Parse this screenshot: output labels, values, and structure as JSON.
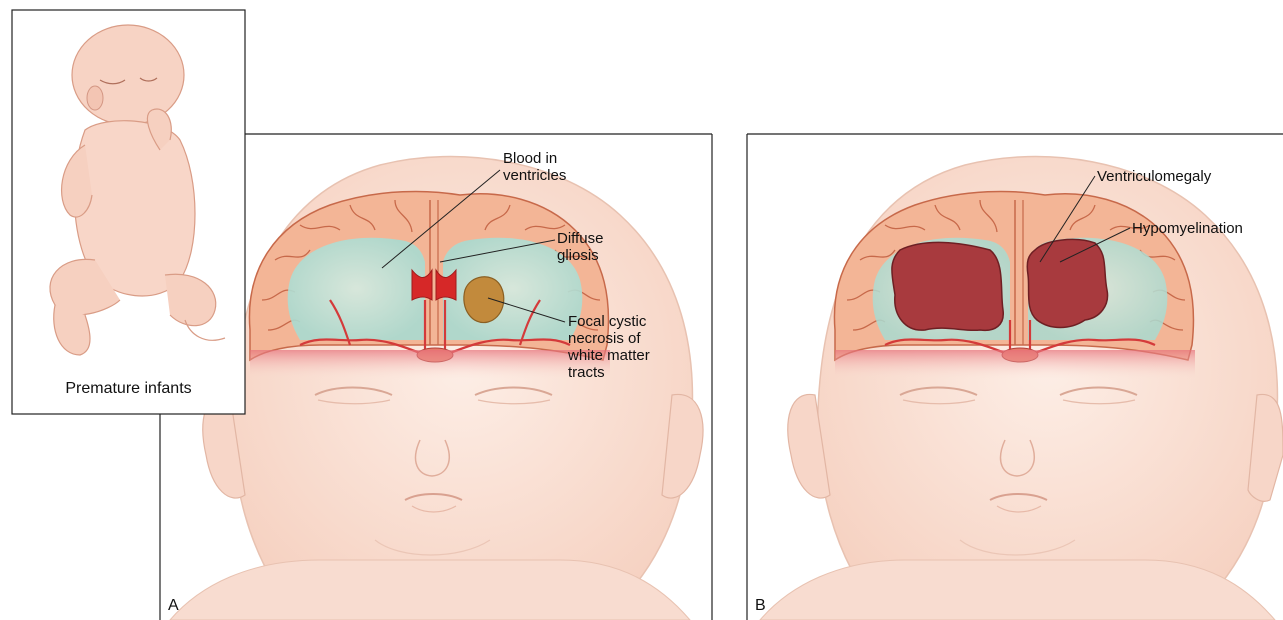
{
  "inset": {
    "caption": "Premature infants"
  },
  "panel_a": {
    "letter": "A",
    "labels": {
      "blood": "Blood in\nventricles",
      "gliosis": "Diffuse\ngliosis",
      "necrosis": "Focal cystic\nnecrosis of\nwhite matter\ntracts"
    }
  },
  "panel_b": {
    "letter": "B",
    "labels": {
      "ventriculomegaly": "Ventriculomegaly",
      "hypomyelination": "Hypomyelination"
    }
  },
  "colors": {
    "skin": "#fbe3d8",
    "cortex": "#f3b596",
    "white_matter": "#bfe3da",
    "vessel": "#d43a3a",
    "ventricle_dilated": "#a83a3e",
    "necrosis": "#b98a4a"
  }
}
